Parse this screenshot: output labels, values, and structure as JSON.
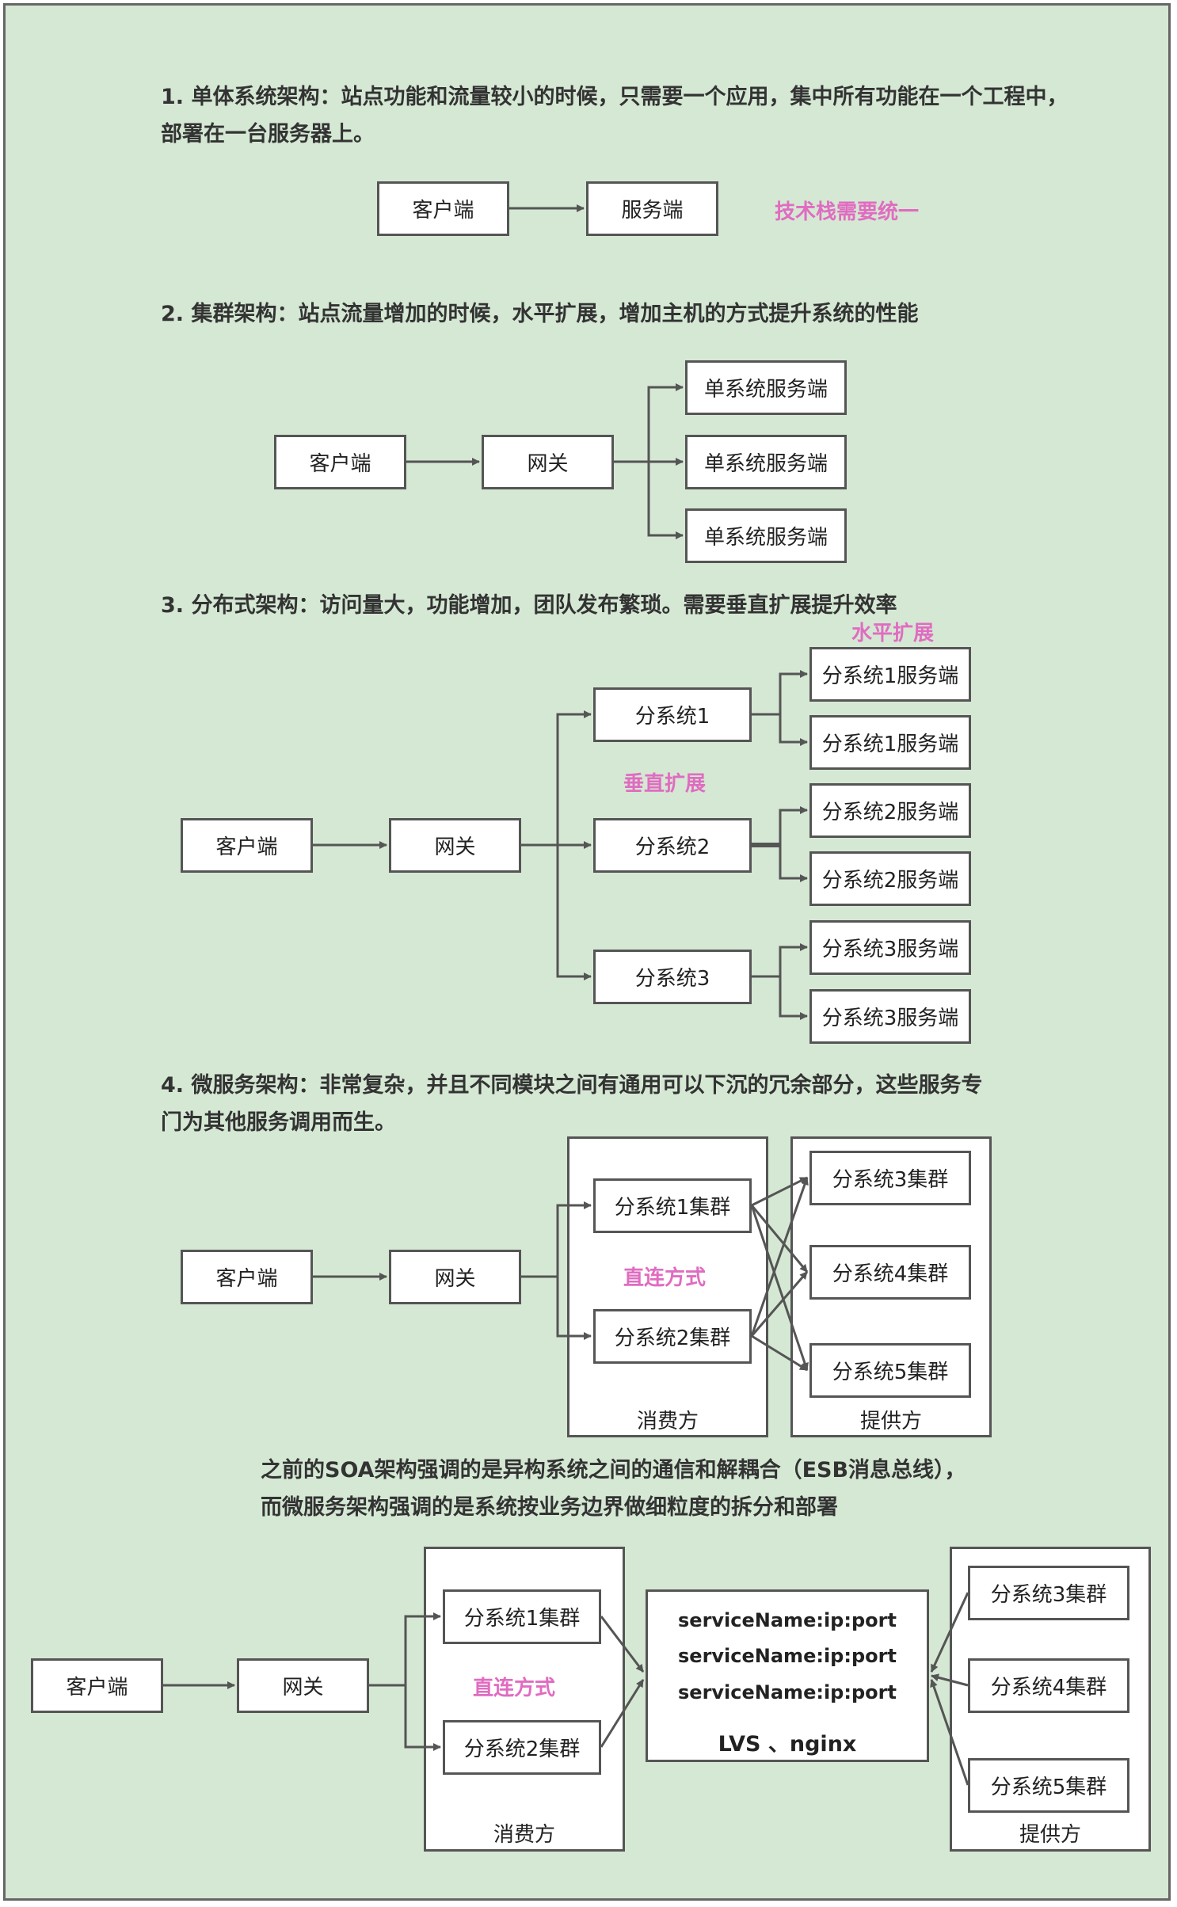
{
  "section1": {
    "heading_line1": "1. 单体系统架构：站点功能和流量较小的时候，只需要一个应用，集中所有功能在一个工程中，",
    "heading_line2": "部署在一台服务器上。",
    "client": "客户端",
    "server": "服务端",
    "note": "技术栈需要统一"
  },
  "section2": {
    "heading": "2. 集群架构：站点流量增加的时候，水平扩展，增加主机的方式提升系统的性能",
    "client": "客户端",
    "gateway": "网关",
    "servers": [
      "单系统服务端",
      "单系统服务端",
      "单系统服务端"
    ]
  },
  "section3": {
    "heading": "3. 分布式架构：访问量大，功能增加，团队发布繁琐。需要垂直扩展提升效率",
    "note_horizontal": "水平扩展",
    "note_vertical": "垂直扩展",
    "client": "客户端",
    "gateway": "网关",
    "subsystems": [
      "分系统1",
      "分系统2",
      "分系统3"
    ],
    "servers": [
      "分系统1服务端",
      "分系统1服务端",
      "分系统2服务端",
      "分系统2服务端",
      "分系统3服务端",
      "分系统3服务端"
    ]
  },
  "section4": {
    "heading_line1": "4. 微服务架构：非常复杂，并且不同模块之间有通用可以下沉的冗余部分，这些服务专",
    "heading_line2": "门为其他服务调用而生。",
    "client": "客户端",
    "gateway": "网关",
    "consumers": [
      "分系统1集群",
      "分系统2集群"
    ],
    "providers": [
      "分系统3集群",
      "分系统4集群",
      "分系统5集群"
    ],
    "note_direct": "直连方式",
    "consumer_label": "消费方",
    "provider_label": "提供方"
  },
  "soa_note": {
    "line1": "之前的SOA架构强调的是异构系统之间的通信和解耦合（ESB消息总线），",
    "line2": "而微服务架构强调的是系统按业务边界做细粒度的拆分和部署"
  },
  "section5": {
    "client": "客户端",
    "gateway": "网关",
    "consumers": [
      "分系统1集群",
      "分系统2集群"
    ],
    "note_direct": "直连方式",
    "consumer_label": "消费方",
    "registry_lines": [
      "serviceName:ip:port",
      "serviceName:ip:port",
      "serviceName:ip:port"
    ],
    "registry_footer": "LVS 、nginx",
    "providers": [
      "分系统3集群",
      "分系统4集群",
      "分系统5集群"
    ],
    "provider_label": "提供方"
  },
  "colors": {
    "background": "#d5e8d4",
    "border": "#555555",
    "accent_pink": "#e06cc1"
  }
}
